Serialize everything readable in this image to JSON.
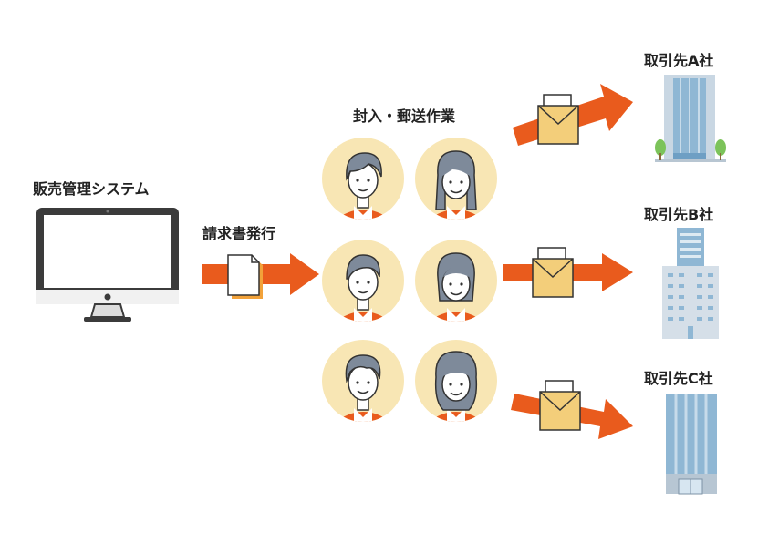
{
  "labels": {
    "system": "販売管理システム",
    "invoice": "請求書発行",
    "packing": "封入・郵送作業",
    "company_a": "取引先A社",
    "company_b": "取引先B社",
    "company_c": "取引先C社"
  },
  "colors": {
    "arrow": "#e95b1d",
    "face_bg": "#f8e6b4",
    "envelope": "#f3ce7a",
    "building_glass": "#8fb7d4",
    "tree": "#7cc35a"
  },
  "icons": [
    "monitor-icon",
    "document-icon",
    "person-icon",
    "envelope-icon",
    "building-icon"
  ]
}
